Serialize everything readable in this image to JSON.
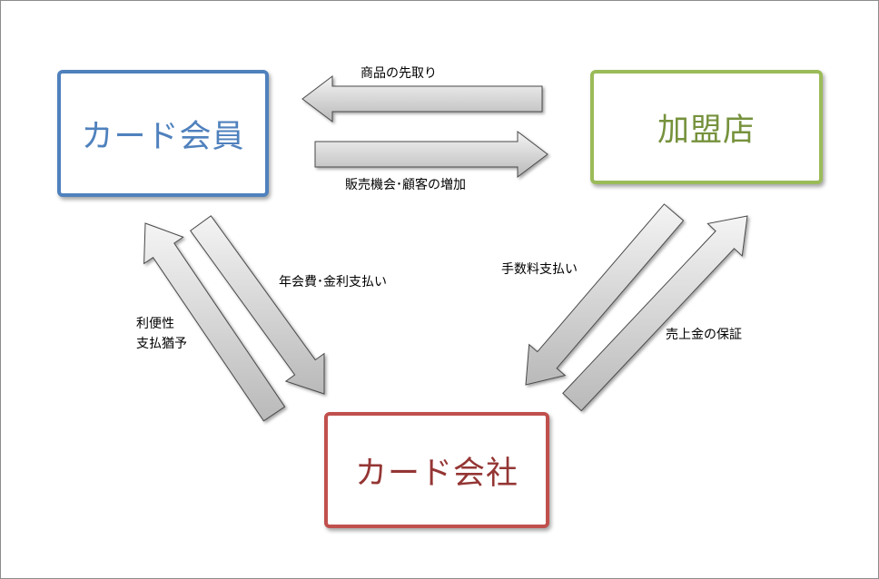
{
  "nodes": {
    "member": "カード会員",
    "shop": "加盟店",
    "company": "カード会社"
  },
  "labels": {
    "shop_to_member": "商品の先取り",
    "member_to_shop": "販売機会･顧客の増加",
    "member_to_company": "年会費･金利支払い",
    "company_to_member_line1": "利便性",
    "company_to_member_line2": "支払猶予",
    "shop_to_company": "手数料支払い",
    "company_to_shop": "売上金の保証"
  },
  "colors": {
    "member": "#4f81bd",
    "shop": "#9bbb59",
    "company": "#c0504d"
  }
}
